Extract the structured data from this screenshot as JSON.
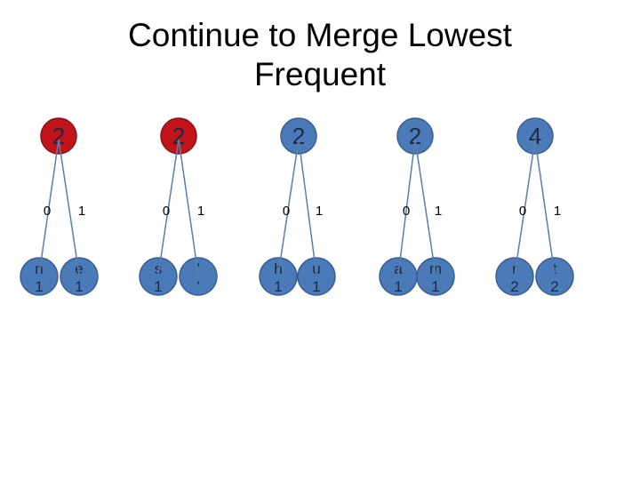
{
  "title": {
    "line1": "Continue to Merge Lowest",
    "line2": "Frequent"
  },
  "colors": {
    "blue_node": "#4a7ab8",
    "blue_stroke": "#3a5f8f",
    "red_node": "#c0141a",
    "red_stroke": "#8f0f14",
    "edge": "#5a7ea8"
  },
  "trees": [
    {
      "root": "2",
      "highlight": true,
      "left_edge": "0",
      "right_edge": "1",
      "left": {
        "char": "n",
        "freq": "1"
      },
      "right": {
        "char": "e",
        "freq": "1"
      }
    },
    {
      "root": "2",
      "highlight": true,
      "left_edge": "0",
      "right_edge": "1",
      "left": {
        "char": "s",
        "freq": "1"
      },
      "right": {
        "char": "’",
        "freq": "’"
      }
    },
    {
      "root": "2",
      "highlight": false,
      "left_edge": "0",
      "right_edge": "1",
      "left": {
        "char": "h",
        "freq": "1"
      },
      "right": {
        "char": "u",
        "freq": "1"
      }
    },
    {
      "root": "2",
      "highlight": false,
      "left_edge": "0",
      "right_edge": "1",
      "left": {
        "char": "a",
        "freq": "1"
      },
      "right": {
        "char": "m",
        "freq": "1"
      }
    },
    {
      "root": "4",
      "highlight": false,
      "left_edge": "0",
      "right_edge": "1",
      "left": {
        "char": "r",
        "freq": "2"
      },
      "right": {
        "char": "t",
        "freq": "2"
      }
    }
  ]
}
